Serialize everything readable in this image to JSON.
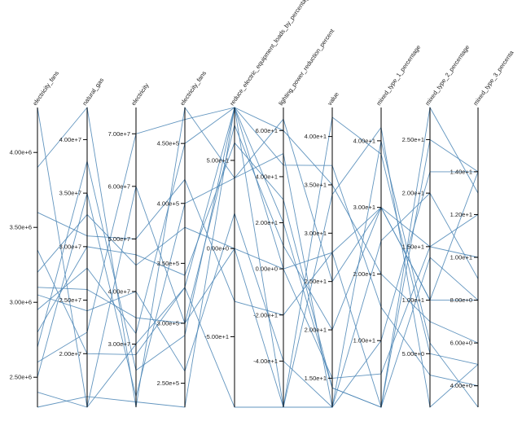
{
  "colors": {
    "line": "#4682b4",
    "axis": "#000000",
    "background": "#ffffff"
  },
  "chart_data": {
    "type": "parallel_coordinates",
    "axes": [
      {
        "name": "electricity_fans",
        "ticks": [
          "4.00e+6",
          "3.50e+6",
          "3.00e+6",
          "2.50e+6"
        ],
        "tick_values": [
          4000000,
          3500000,
          3000000,
          2500000
        ],
        "range": [
          2300000,
          4300000
        ]
      },
      {
        "name": "natural_gas",
        "ticks": [
          "4.00e+7",
          "3.50e+7",
          "3.00e+7",
          "2.50e+7",
          "2.00e+7"
        ],
        "tick_values": [
          40000000,
          35000000,
          30000000,
          25000000,
          20000000
        ],
        "range": [
          15000000,
          43000000
        ]
      },
      {
        "name": "electricity",
        "ticks": [
          "7.00e+7",
          "6.00e+7",
          "5.00e+7",
          "4.00e+7",
          "3.00e+7"
        ],
        "tick_values": [
          70000000,
          60000000,
          50000000,
          40000000,
          30000000
        ],
        "range": [
          18000000,
          75000000
        ]
      },
      {
        "name": "electricity_fans",
        "ticks": [
          "4.50e+5",
          "4.00e+5",
          "3.50e+5",
          "3.00e+5",
          "2.50e+5"
        ],
        "tick_values": [
          450000,
          400000,
          350000,
          300000,
          250000
        ],
        "range": [
          230000,
          480000
        ]
      },
      {
        "name": "reduce_electric_equipment_loads_by_percentage",
        "ticks": [
          "5.00e+1",
          "0.00e+0",
          "-5.00e+1"
        ],
        "tick_values": [
          50,
          0,
          -50
        ],
        "range": [
          -90,
          80
        ]
      },
      {
        "name": "lighting_power_reduction_percent",
        "ticks": [
          "6.00e+1",
          "4.00e+1",
          "2.00e+1",
          "0.00e+0",
          "-2.00e+1",
          "-4.00e+1"
        ],
        "tick_values": [
          60,
          40,
          20,
          0,
          -20,
          -40
        ],
        "range": [
          -60,
          70
        ]
      },
      {
        "name": "value",
        "ticks": [
          "4.00e+1",
          "3.50e+1",
          "3.00e+1",
          "2.50e+1",
          "2.00e+1",
          "1.50e+1"
        ],
        "tick_values": [
          40,
          35,
          30,
          25,
          20,
          15
        ],
        "range": [
          12,
          43
        ]
      },
      {
        "name": "mixed_type_1_percentage",
        "ticks": [
          "4.00e+1",
          "3.00e+1",
          "2.00e+1",
          "1.00e+1"
        ],
        "tick_values": [
          40,
          30,
          20,
          10
        ],
        "range": [
          0,
          45
        ]
      },
      {
        "name": "mixed_type_2_percentage",
        "ticks": [
          "2.50e+1",
          "2.00e+1",
          "1.50e+1",
          "1.00e+1",
          "5.00e+0"
        ],
        "tick_values": [
          25,
          20,
          15,
          10,
          5
        ],
        "range": [
          0,
          28
        ]
      },
      {
        "name": "mixed_type_3_percenta",
        "ticks": [
          "1.40e+1",
          "1.20e+1",
          "1.00e+1",
          "8.00e+0",
          "6.00e+0",
          "4.00e+0"
        ],
        "tick_values": [
          14,
          12,
          10,
          8,
          6,
          4
        ],
        "range": [
          3,
          17
        ]
      }
    ],
    "records": [
      [
        4300000,
        15000000,
        60000000,
        300000,
        0,
        0,
        15,
        5,
        15,
        10
      ],
      [
        3900000,
        43000000,
        18000000,
        480000,
        40,
        50,
        12,
        10,
        22,
        14
      ],
      [
        3600000,
        31000000,
        50000000,
        420000,
        -30,
        -20,
        28,
        0,
        14,
        8
      ],
      [
        3350000,
        20000000,
        28000000,
        330000,
        80,
        60,
        35,
        20,
        8,
        6
      ],
      [
        3200000,
        33000000,
        45000000,
        380000,
        0,
        -60,
        42,
        38,
        5,
        5
      ],
      [
        3100000,
        26000000,
        35000000,
        300000,
        70,
        10,
        20,
        30,
        10,
        14
      ],
      [
        3050000,
        24000000,
        40000000,
        260000,
        20,
        -40,
        12,
        25,
        20,
        9
      ],
      [
        2950000,
        28000000,
        32000000,
        450000,
        80,
        0,
        28,
        30,
        15,
        12
      ],
      [
        2800000,
        30000000,
        47000000,
        340000,
        60,
        30,
        14,
        0,
        28,
        13
      ],
      [
        2700000,
        38000000,
        25000000,
        290000,
        80,
        45,
        37,
        15,
        3,
        4
      ],
      [
        2600000,
        22000000,
        70000000,
        470000,
        80,
        20,
        14,
        0,
        25,
        14
      ],
      [
        2500000,
        35000000,
        20000000,
        400000,
        40,
        65,
        25,
        30,
        10,
        8
      ],
      [
        2400000,
        15000000,
        30000000,
        330000,
        -90,
        -60,
        12,
        40,
        6,
        3
      ],
      [
        2300000,
        16000000,
        19000000,
        230000,
        80,
        -60,
        34,
        42,
        0,
        5
      ]
    ]
  }
}
